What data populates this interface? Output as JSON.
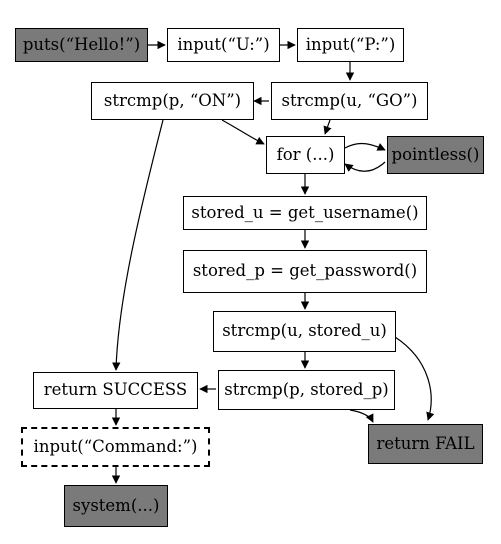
{
  "nodes": {
    "puts_hello": "puts(“Hello!”)",
    "input_u": "input(“U:”)",
    "input_p": "input(“P:”)",
    "strcmp_p_on": "strcmp(p, “ON”)",
    "strcmp_u_go": "strcmp(u, “GO”)",
    "for_loop": "for (...)",
    "pointless": "pointless()",
    "stored_u": "stored_u = get_username()",
    "stored_p": "stored_p = get_password()",
    "strcmp_u_stored": "strcmp(u, stored_u)",
    "strcmp_p_stored": "strcmp(p, stored_p)",
    "return_success": "return SUCCESS",
    "input_command": "input(“Command:”)",
    "system": "system(...)",
    "return_fail": "return FAIL"
  },
  "colors": {
    "highlight_fill": "#7a7a7a",
    "box_fill": "#ffffff",
    "stroke": "#000000"
  }
}
